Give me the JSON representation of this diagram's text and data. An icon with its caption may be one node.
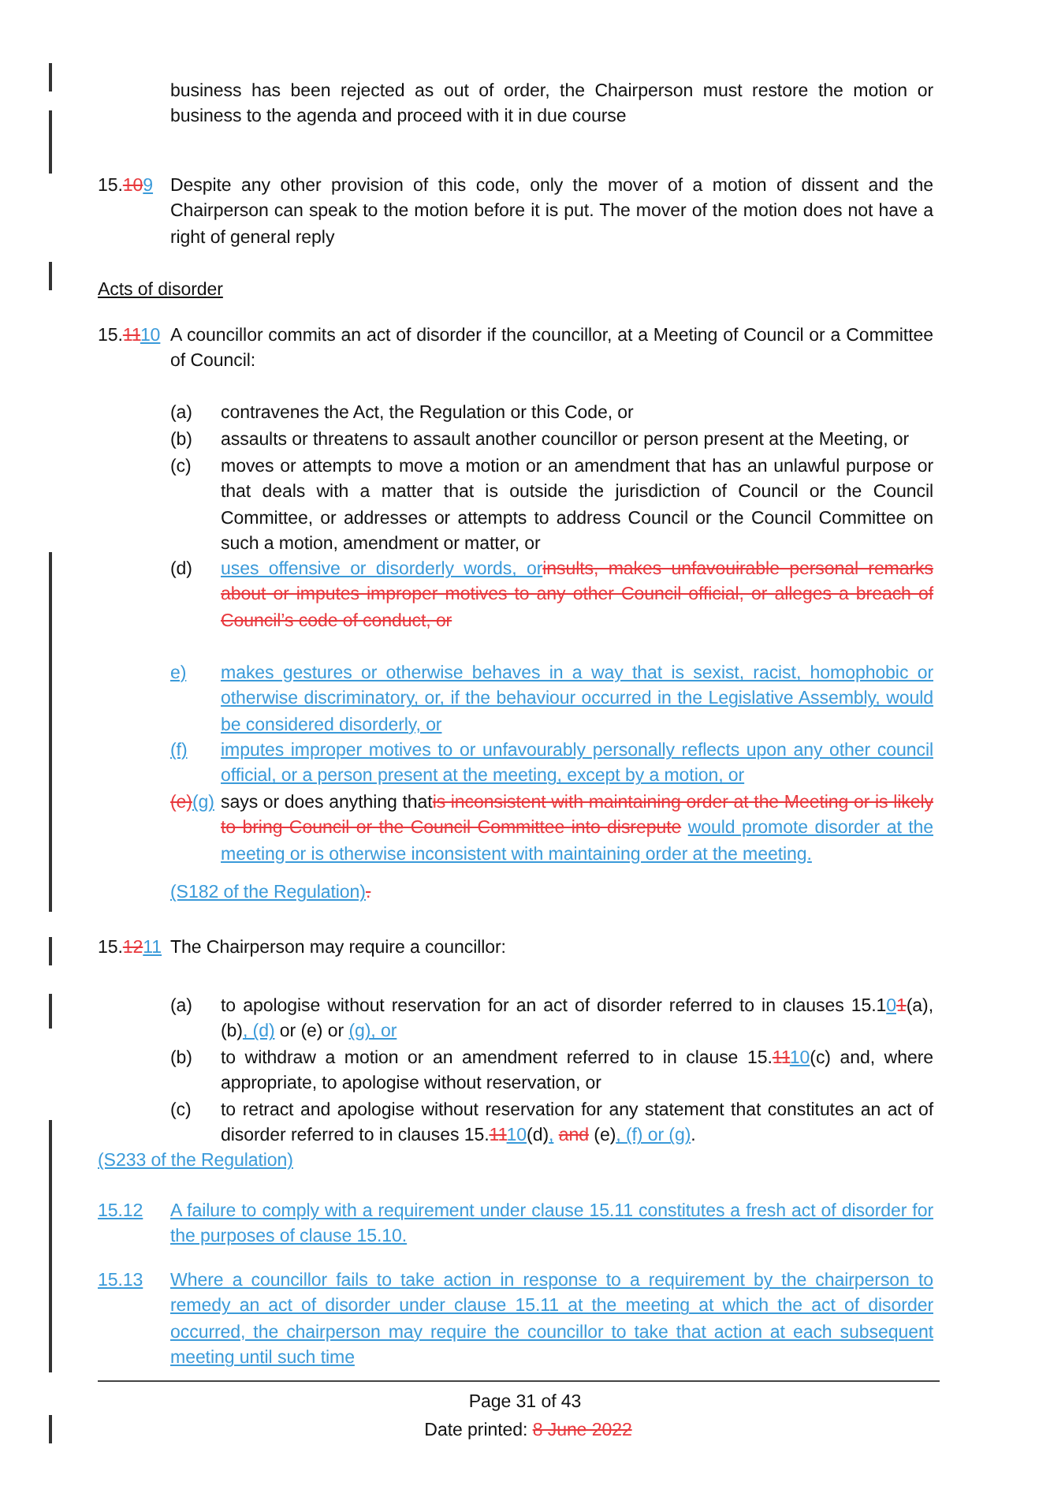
{
  "diagram": {
    "labels": [
      "business has been rejected as out of order, the Chairperson must restore the motion or business to the agenda and proceed with it in due course",
      "15.",
      "10",
      "9",
      "Despite any other provision of this code, only the mover of a motion of dissent and the Chairperson can speak to the motion before it is put.  The mover of the motion does not have a right of general reply",
      "Acts of disorder",
      "15.",
      "11",
      "10",
      "A councillor commits an act of disorder if the councillor, at a Meeting of Council or a Committee of Council:",
      "(a)",
      "contravenes the Act, the Regulation or this Code, or",
      "(b)",
      "assaults or threatens to assault another councillor or person present at the Meeting, or",
      "(c)",
      "moves or attempts to move a motion or an amendment that has an unlawful purpose or that deals with a matter that is outside the jurisdiction of Council or the Council Committee, or addresses or attempts to address Council or the Council Committee on such a motion, amendment or matter, or",
      "(d)",
      "uses offensive or disorderly words, or",
      "insults,  makes unfavouirable personal remarks about or imputes improper motives to any other Council official, or alleges a breach of Council’s code of conduct, or",
      "e)",
      "makes gestures or otherwise behaves in a way that is sexist, racist, homophobic or otherwise discriminatory, or, if the behaviour occurred in the Legislative Assembly, would be considered disorderly, or",
      "(f)",
      "imputes improper motives to or unfavourably personally reflects upon any other council official, or a person present at the meeting, except by a motion, or",
      "(e)",
      "(g)",
      "says or does anything that",
      "is inconsistent with maintaining order at the Meeting or is likely to bring Council or the Council Committee into disrepute",
      "would promote disorder at the meeting or is otherwise inconsistent with maintaining order at the meeting.",
      "(S182 of the Regulation)",
      ".",
      "15.",
      "12",
      "11",
      "The Chairperson may require a councillor:",
      "(a)",
      "to apologise without reservation for an act of disorder referred to in clauses 15.1",
      "0",
      "1",
      "(a), (b)",
      ", (d)",
      "or (e) or",
      "(g), or",
      "(b)",
      "to withdraw a motion or an amendment referred to in clause 15.",
      "11",
      "10",
      "(c) and, where appropriate, to apologise without reservation, or",
      "(c)",
      "to retract and apologise without reservation for any statement that constitutes an act of disorder referred to in clauses 15.",
      "11",
      "10",
      "(d)",
      ",",
      "and",
      "(e)",
      ", (f) or (g)",
      ".",
      "(S233 of the Regulation)",
      "15.12",
      "A failure to comply with a requirement under clause 15.11 constitutes a fresh act of disorder for the purposes of clause 15.10.",
      "15.13",
      "Where a councillor fails to take action in response to a requirement by the chairperson to remedy an act of disorder under clause 15.11 at the meeting at which the act of disorder occurred, the chairperson may require the councillor to take that action at each subsequent meeting until such time",
      "Page 31 of 43",
      "Date printed:",
      "8 June 2022"
    ]
  }
}
